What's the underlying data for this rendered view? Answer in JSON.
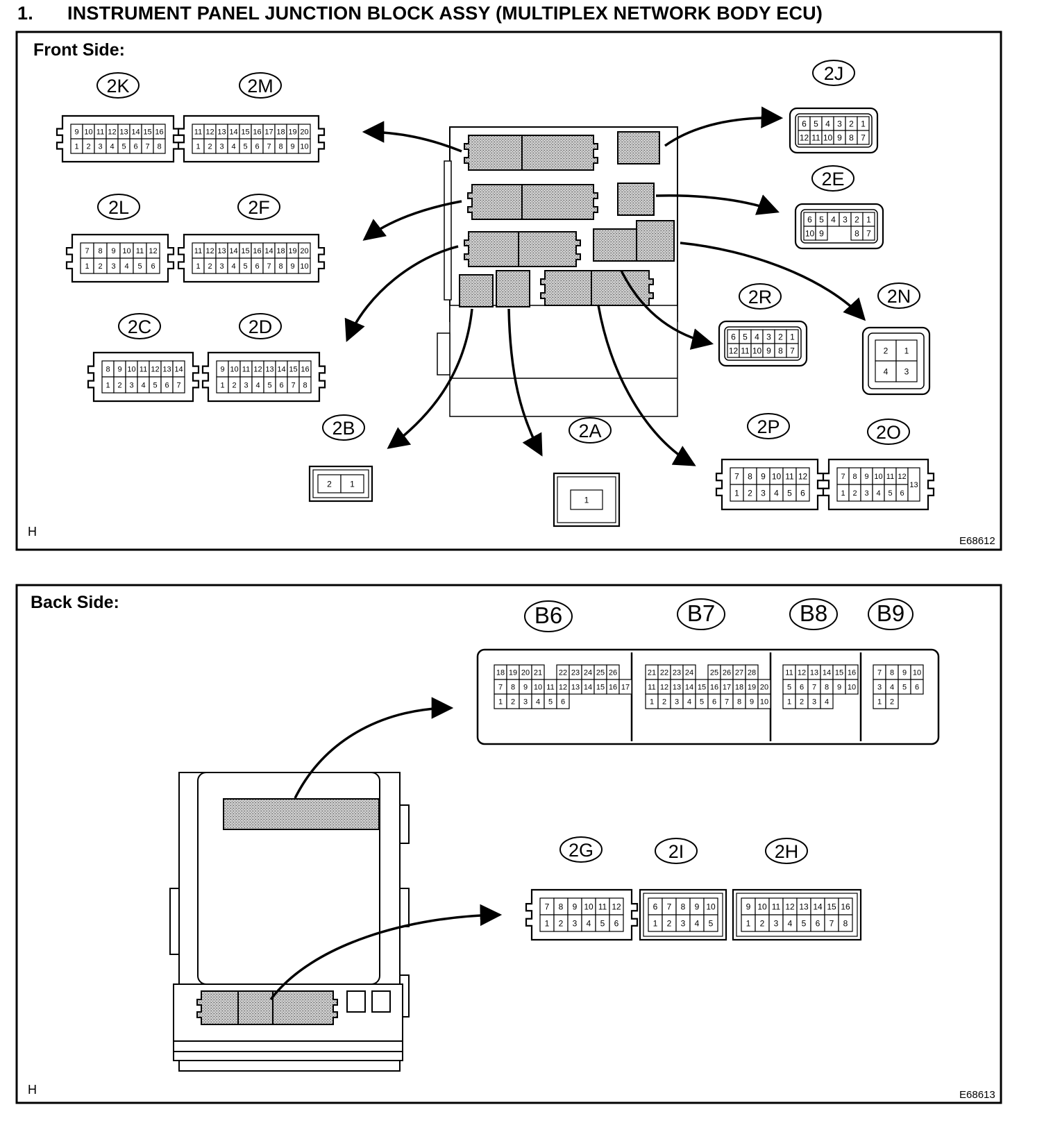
{
  "heading": {
    "number": "1.",
    "text": "INSTRUMENT PANEL JUNCTION BLOCK ASSY (MULTIPLEX NETWORK BODY ECU)"
  },
  "front": {
    "label": "Front Side:",
    "corner": "H",
    "code": "E68612",
    "connectors": [
      {
        "id": "2K",
        "rows": [
          [
            "9",
            "10",
            "11",
            "12",
            "13",
            "14",
            "15",
            "16"
          ],
          [
            "1",
            "2",
            "3",
            "4",
            "5",
            "6",
            "7",
            "8"
          ]
        ]
      },
      {
        "id": "2M",
        "rows": [
          [
            "11",
            "12",
            "13",
            "14",
            "15",
            "16",
            "17",
            "18",
            "19",
            "20"
          ],
          [
            "1",
            "2",
            "3",
            "4",
            "5",
            "6",
            "7",
            "8",
            "9",
            "10"
          ]
        ]
      },
      {
        "id": "2L",
        "rows": [
          [
            "7",
            "8",
            "9",
            "10",
            "11",
            "12"
          ],
          [
            "1",
            "2",
            "3",
            "4",
            "5",
            "6"
          ]
        ]
      },
      {
        "id": "2F",
        "rows": [
          [
            "11",
            "12",
            "13",
            "14",
            "15",
            "16",
            "14",
            "18",
            "19",
            "20"
          ],
          [
            "1",
            "2",
            "3",
            "4",
            "5",
            "6",
            "7",
            "8",
            "9",
            "10"
          ]
        ]
      },
      {
        "id": "2C",
        "rows": [
          [
            "8",
            "9",
            "10",
            "11",
            "12",
            "13",
            "14"
          ],
          [
            "1",
            "2",
            "3",
            "4",
            "5",
            "6",
            "7"
          ]
        ]
      },
      {
        "id": "2D",
        "rows": [
          [
            "9",
            "10",
            "11",
            "12",
            "13",
            "14",
            "15",
            "16"
          ],
          [
            "1",
            "2",
            "3",
            "4",
            "5",
            "6",
            "7",
            "8"
          ]
        ]
      },
      {
        "id": "2B",
        "rows": [
          [
            "2",
            "1"
          ]
        ]
      },
      {
        "id": "2A",
        "rows": [
          [
            "1"
          ]
        ]
      },
      {
        "id": "2J",
        "rows": [
          [
            "6",
            "5",
            "4",
            "3",
            "2",
            "1"
          ],
          [
            "12",
            "11",
            "10",
            "9",
            "8",
            "7"
          ]
        ]
      },
      {
        "id": "2E",
        "rows": [
          [
            "6",
            "5",
            "4",
            "3",
            "2",
            "1"
          ],
          [
            "10",
            "9",
            "",
            "",
            "8",
            "7"
          ]
        ]
      },
      {
        "id": "2R",
        "rows": [
          [
            "6",
            "5",
            "4",
            "3",
            "2",
            "1"
          ],
          [
            "12",
            "11",
            "10",
            "9",
            "8",
            "7"
          ]
        ]
      },
      {
        "id": "2N",
        "rows": [
          [
            "2",
            "1"
          ],
          [
            "4",
            "3"
          ]
        ]
      },
      {
        "id": "2P",
        "rows": [
          [
            "7",
            "8",
            "9",
            "10",
            "11",
            "12"
          ],
          [
            "1",
            "2",
            "3",
            "4",
            "5",
            "6"
          ]
        ]
      },
      {
        "id": "2O",
        "rows": [
          [
            "7",
            "8",
            "9",
            "10",
            "11",
            "12"
          ],
          [
            "1",
            "2",
            "3",
            "4",
            "5",
            "6"
          ]
        ],
        "extra": "13"
      }
    ]
  },
  "back": {
    "label": "Back Side:",
    "corner": "H",
    "code": "E68613",
    "connectors": [
      {
        "id": "B6",
        "rows": [
          [
            "18",
            "19",
            "20",
            "21",
            "",
            "22",
            "23",
            "24",
            "25",
            "26"
          ],
          [
            "7",
            "8",
            "9",
            "10",
            "11",
            "12",
            "13",
            "14",
            "15",
            "16",
            "17"
          ],
          [
            "1",
            "2",
            "3",
            "4",
            "5",
            "6"
          ]
        ]
      },
      {
        "id": "B7",
        "rows": [
          [
            "21",
            "22",
            "23",
            "24",
            "",
            "25",
            "26",
            "27",
            "28"
          ],
          [
            "11",
            "12",
            "13",
            "14",
            "15",
            "16",
            "17",
            "18",
            "19",
            "20"
          ],
          [
            "1",
            "2",
            "3",
            "4",
            "5",
            "6",
            "7",
            "8",
            "9",
            "10"
          ]
        ]
      },
      {
        "id": "B8",
        "rows": [
          [
            "11",
            "12",
            "13",
            "14",
            "15",
            "16"
          ],
          [
            "5",
            "6",
            "7",
            "8",
            "9",
            "10"
          ],
          [
            "1",
            "2",
            "3",
            "4"
          ]
        ]
      },
      {
        "id": "B9",
        "rows": [
          [
            "7",
            "8",
            "9",
            "10"
          ],
          [
            "3",
            "4",
            "5",
            "6"
          ],
          [
            "1",
            "2"
          ]
        ]
      },
      {
        "id": "2G",
        "rows": [
          [
            "7",
            "8",
            "9",
            "10",
            "11",
            "12"
          ],
          [
            "1",
            "2",
            "3",
            "4",
            "5",
            "6"
          ]
        ]
      },
      {
        "id": "2I",
        "rows": [
          [
            "6",
            "7",
            "8",
            "9",
            "10"
          ],
          [
            "1",
            "2",
            "3",
            "4",
            "5"
          ]
        ]
      },
      {
        "id": "2H",
        "rows": [
          [
            "9",
            "10",
            "11",
            "12",
            "13",
            "14",
            "15",
            "16"
          ],
          [
            "1",
            "2",
            "3",
            "4",
            "5",
            "6",
            "7",
            "8"
          ]
        ]
      }
    ]
  }
}
